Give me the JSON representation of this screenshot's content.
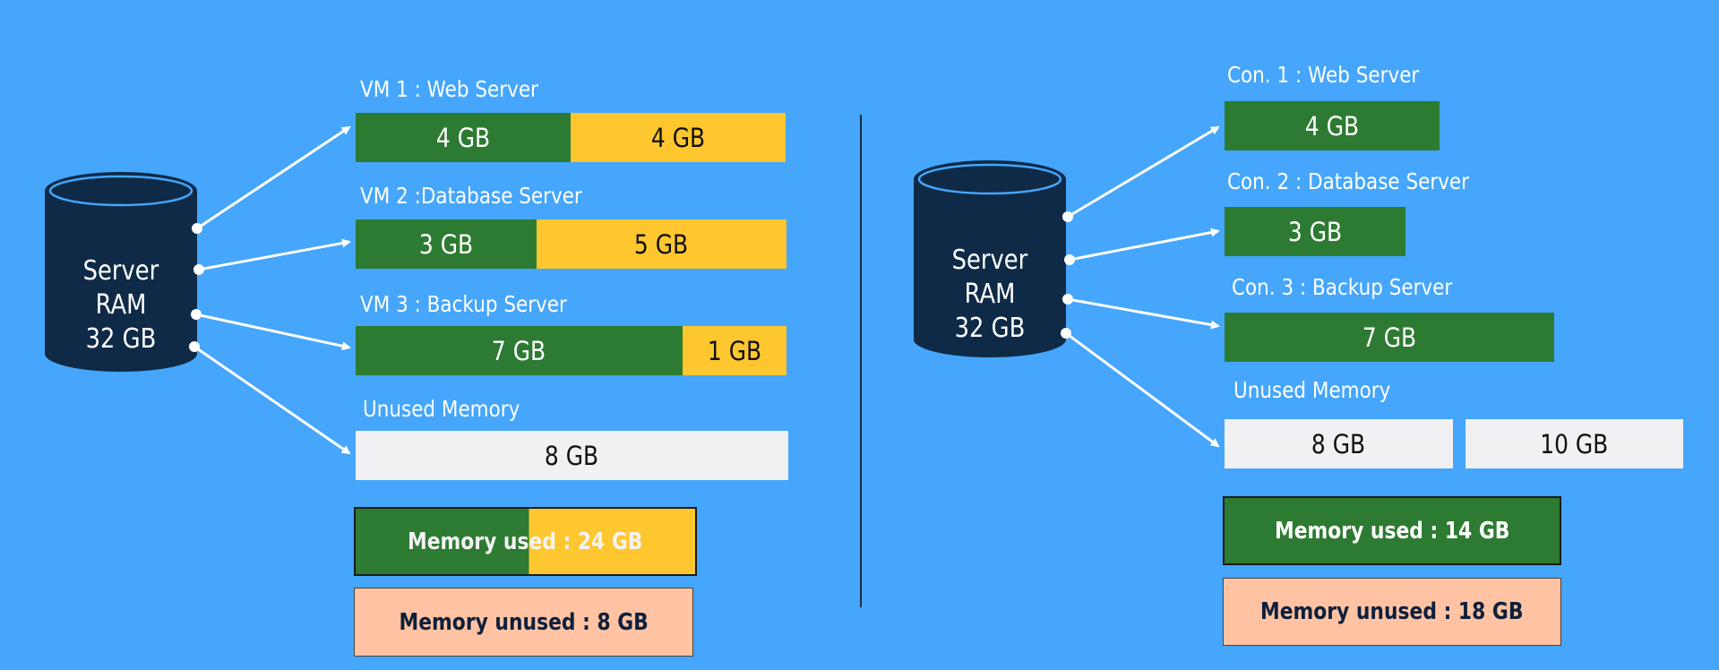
{
  "left": {
    "ram": {
      "line1": "Server RAM",
      "line2": "32 GB"
    },
    "rows": [
      {
        "label": "VM 1 : Web Server",
        "segments": [
          {
            "text": "4 GB",
            "kind": "used"
          },
          {
            "text": "4 GB",
            "kind": "reserved"
          }
        ]
      },
      {
        "label": "VM 2 :Database Server",
        "segments": [
          {
            "text": "3 GB",
            "kind": "used"
          },
          {
            "text": "5 GB",
            "kind": "reserved"
          }
        ]
      },
      {
        "label": "VM 3 : Backup Server",
        "segments": [
          {
            "text": "7 GB",
            "kind": "used"
          },
          {
            "text": "1 GB",
            "kind": "reserved"
          }
        ]
      },
      {
        "label": "Unused Memory",
        "segments": [
          {
            "text": "8 GB",
            "kind": "free"
          }
        ]
      }
    ],
    "summary_used": "Memory used : 24 GB",
    "summary_unused": "Memory unused : 8 GB"
  },
  "right": {
    "ram": {
      "line1": "Server RAM",
      "line2": "32 GB"
    },
    "rows": [
      {
        "label": "Con. 1 : Web Server",
        "segments": [
          {
            "text": "4 GB",
            "kind": "used"
          }
        ]
      },
      {
        "label": "Con. 2 : Database Server",
        "segments": [
          {
            "text": "3 GB",
            "kind": "used"
          }
        ]
      },
      {
        "label": "Con. 3 : Backup Server",
        "segments": [
          {
            "text": "7 GB",
            "kind": "used"
          }
        ]
      },
      {
        "label": "Unused Memory",
        "segments": [
          {
            "text": "8 GB",
            "kind": "free"
          },
          {
            "text": "10 GB",
            "kind": "free"
          }
        ]
      }
    ],
    "summary_used": "Memory used : 14 GB",
    "summary_unused": "Memory unused : 18 GB"
  },
  "colors": {
    "background": "#45a6fb",
    "used": "#2d7b32",
    "reserved": "#fec72f",
    "free": "#f1f1f3",
    "unused_summary": "#ffc3a3",
    "database": "#0e2a47"
  }
}
